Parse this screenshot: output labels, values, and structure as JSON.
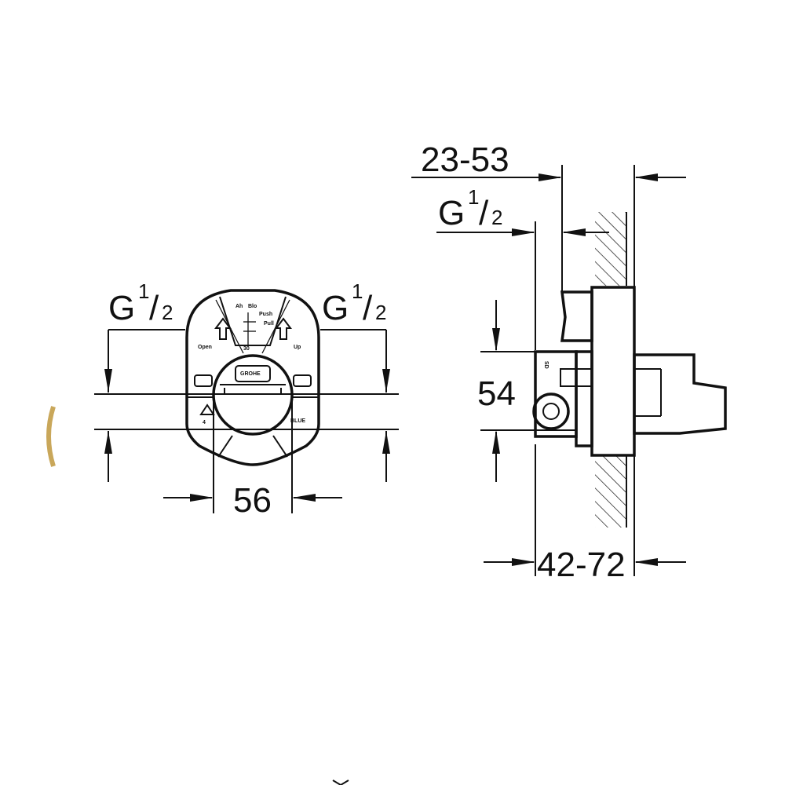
{
  "dimensions": {
    "left_thread_left": {
      "main": "G",
      "sup": "1",
      "slash": "/",
      "sub": "2"
    },
    "left_thread_right": {
      "main": "G",
      "sup": "1",
      "slash": "/",
      "sub": "2"
    },
    "front_width": "56",
    "side_thread": {
      "main": "G",
      "sup": "1",
      "slash": "/",
      "sub": "2"
    },
    "depth_range_top": "23-53",
    "height": "54",
    "depth_range_bottom": "42-72"
  },
  "colors": {
    "line": "#111111",
    "background": "#ffffff",
    "accent": "#c9a75a"
  }
}
